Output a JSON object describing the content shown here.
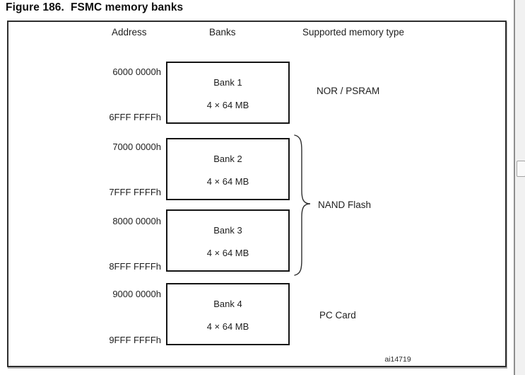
{
  "figure": {
    "label": "Figure 186.",
    "name": "FSMC memory banks",
    "credit": "ai14719"
  },
  "columns": {
    "address": "Address",
    "banks": "Banks",
    "memory_type": "Supported memory type"
  },
  "banks": [
    {
      "name": "Bank 1",
      "size": "4 × 64 MB",
      "start": "6000 0000h",
      "end": "6FFF FFFFh"
    },
    {
      "name": "Bank 2",
      "size": "4 × 64 MB",
      "start": "7000 0000h",
      "end": "7FFF FFFFh"
    },
    {
      "name": "Bank 3",
      "size": "4 × 64 MB",
      "start": "8000 0000h",
      "end": "8FFF FFFFh"
    },
    {
      "name": "Bank 4",
      "size": "4 × 64 MB",
      "start": "9000 0000h",
      "end": "9FFF FFFFh"
    }
  ],
  "memory_types": {
    "bank1": "NOR / PSRAM",
    "banks23": "NAND Flash",
    "bank4": "PC Card"
  }
}
